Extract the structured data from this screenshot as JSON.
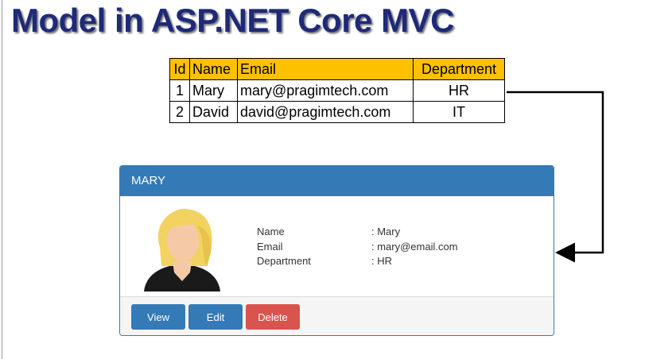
{
  "slide": {
    "title": "Model in ASP.NET Core MVC"
  },
  "table": {
    "headers": [
      "Id",
      "Name",
      "Email",
      "Department"
    ],
    "rows": [
      [
        "1",
        "Mary",
        "mary@pragimtech.com",
        "HR"
      ],
      [
        "2",
        "David",
        "david@pragimtech.com",
        "IT"
      ]
    ],
    "header_color": "#ffc000"
  },
  "card": {
    "header": "MARY",
    "fields": [
      {
        "label": "Name",
        "value": ": Mary"
      },
      {
        "label": "Email",
        "value": ": mary@email.com"
      },
      {
        "label": "Department",
        "value": ": HR"
      }
    ],
    "buttons": {
      "view": "View",
      "edit": "Edit",
      "delete": "Delete"
    },
    "primary_color": "#337ab7",
    "danger_color": "#d9534f"
  },
  "icons": [
    "female-avatar-icon",
    "arrow-connector"
  ]
}
